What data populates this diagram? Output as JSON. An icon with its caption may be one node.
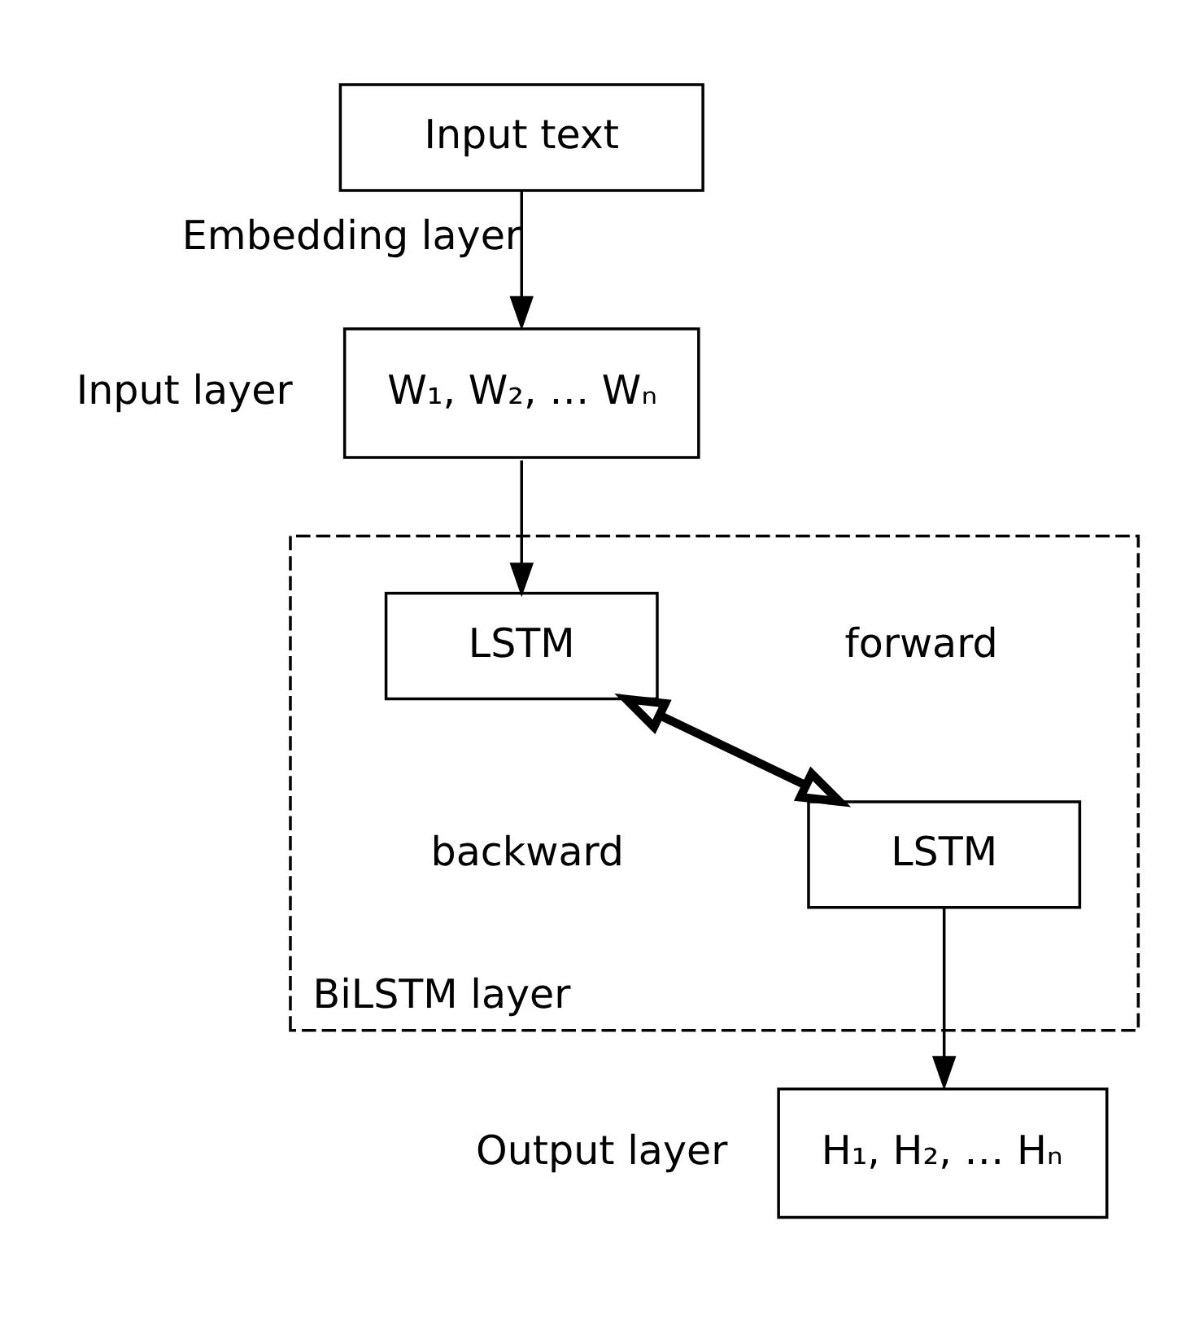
{
  "diagram": {
    "nodes": [
      {
        "text": [
          "Input text"
        ]
      },
      {
        "text": [
          "W₁, W₂, … Wₙ"
        ],
        "beside": [
          "Input layer"
        ]
      },
      {
        "text": [
          "BiLSTM layer"
        ]
      },
      {
        "text": [
          "LSTM"
        ],
        "in": 2
      },
      {
        "text": [
          "LSTM"
        ],
        "in": 2
      },
      {
        "text": [
          "H₁, H₂, … Hₙ"
        ],
        "beside": [
          "Output layer"
        ]
      }
    ],
    "edges": [
      {
        "from": 0,
        "to": 1,
        "arrow": "to",
        "label": "Embedding layer"
      },
      {
        "from": 1,
        "to": 3,
        "arrow": "to"
      },
      {
        "from": 3,
        "to": 4,
        "arrow": "both",
        "style": "thick"
      },
      {
        "from": 4,
        "to": 5,
        "arrow": "to"
      }
    ],
    "labels": [
      "forward",
      "backward"
    ]
  }
}
